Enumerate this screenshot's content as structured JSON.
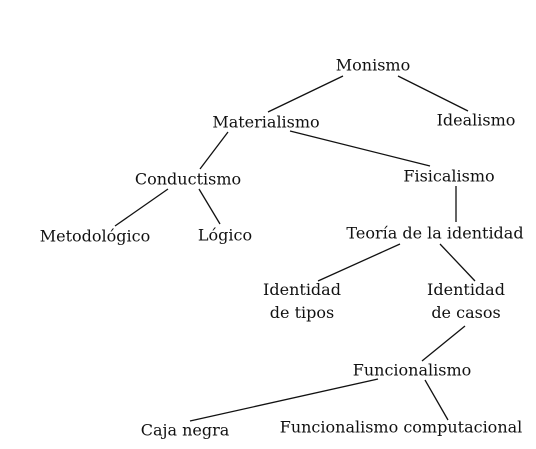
{
  "nodes": {
    "monismo": "Monismo",
    "materialismo": "Materialismo",
    "idealismo": "Idealismo",
    "conductismo": "Conductismo",
    "fisicalismo": "Fisicalismo",
    "metodologico": "Metodológico",
    "logico": "Lógico",
    "teoria_identidad": "Teoría de la identidad",
    "identidad_tipos": [
      "Identidad",
      "de tipos"
    ],
    "identidad_casos": [
      "Identidad",
      "de casos"
    ],
    "funcionalismo": "Funcionalismo",
    "caja_negra": "Caja negra",
    "funcionalismo_computacional": "Funcionalismo computacional"
  },
  "edges": [
    [
      "monismo",
      "materialismo"
    ],
    [
      "monismo",
      "idealismo"
    ],
    [
      "materialismo",
      "conductismo"
    ],
    [
      "materialismo",
      "fisicalismo"
    ],
    [
      "conductismo",
      "metodologico"
    ],
    [
      "conductismo",
      "logico"
    ],
    [
      "fisicalismo",
      "teoria_identidad"
    ],
    [
      "teoria_identidad",
      "identidad_tipos"
    ],
    [
      "teoria_identidad",
      "identidad_casos"
    ],
    [
      "identidad_casos",
      "funcionalismo"
    ],
    [
      "funcionalismo",
      "caja_negra"
    ],
    [
      "funcionalismo",
      "funcionalismo_computacional"
    ]
  ]
}
